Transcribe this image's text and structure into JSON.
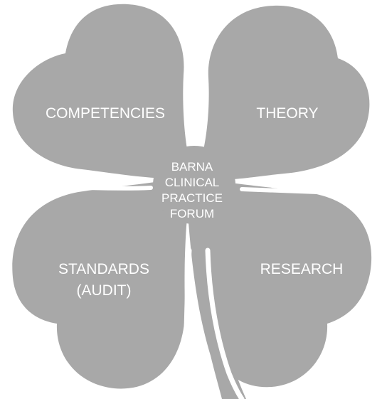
{
  "diagram": {
    "colors": {
      "leaf": "#a8a8a8",
      "text": "#ffffff",
      "background": "#ffffff"
    },
    "leaves": {
      "top_left": "COMPETENCIES",
      "top_right": "THEORY",
      "bottom_left_line1": "STANDARDS",
      "bottom_left_line2": "(AUDIT)",
      "bottom_right": "RESEARCH"
    },
    "center": {
      "line1": "BARNA",
      "line2": "CLINICAL",
      "line3": "PRACTICE",
      "line4": "FORUM"
    }
  }
}
